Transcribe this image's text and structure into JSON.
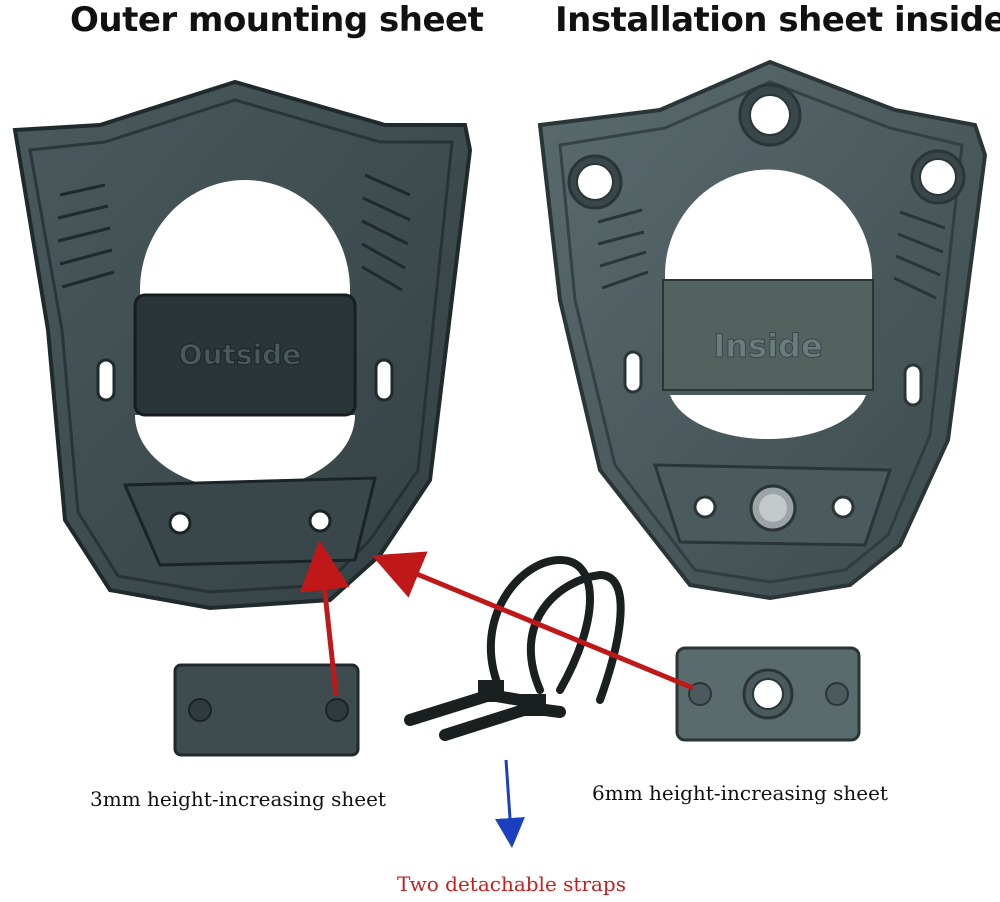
{
  "titles": {
    "left": "Outer mounting sheet",
    "right": "Installation sheet inside"
  },
  "labels": {
    "outside_embossed": "Outside",
    "inside_embossed": "Inside",
    "spacer_3mm": "3mm height-increasing sheet",
    "spacer_6mm": "6mm height-increasing sheet",
    "straps": "Two detachable straps"
  },
  "colors": {
    "plastic": "#3f4d50",
    "plastic_dark": "#1f2a2c",
    "arrow_red": "#c01818",
    "arrow_blue": "#1a3fbf"
  }
}
